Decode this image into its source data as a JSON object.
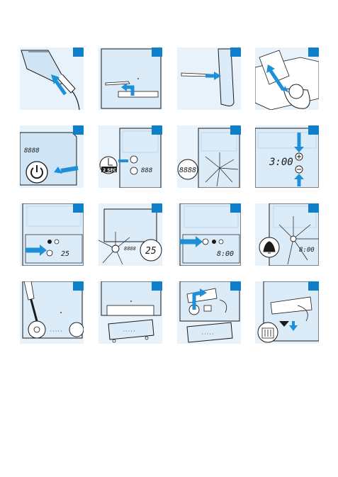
{
  "colors": {
    "panel_bg": "#e8f2fb",
    "badge": "#0f7fc9",
    "arrow": "#1e90d8",
    "line": "#1a1a1a",
    "device_screen": "#cfe5f6"
  },
  "steps": [
    {
      "id": 1,
      "icon": "plug-in-adapter"
    },
    {
      "id": 2,
      "icon": "stand-insert"
    },
    {
      "id": 3,
      "icon": "stand-insert-side"
    },
    {
      "id": 4,
      "icon": "place-on-desk"
    },
    {
      "id": 5,
      "icon": "power-button",
      "icon2": "power-icon"
    },
    {
      "id": 6,
      "icon": "hold-button",
      "hold_label": "2 SEC."
    },
    {
      "id": 7,
      "icon": "flashing-display",
      "display": "8888"
    },
    {
      "id": 8,
      "icon": "adjust-time",
      "display": "3:00"
    },
    {
      "id": 9,
      "icon": "timer-button",
      "display": "25"
    },
    {
      "id": 10,
      "icon": "timer-flash",
      "display": "25"
    },
    {
      "id": 11,
      "icon": "alarm-button",
      "display": "8:00"
    },
    {
      "id": 12,
      "icon": "alarm-flash",
      "icon2": "bell-icon",
      "display": "8:00"
    },
    {
      "id": 13,
      "icon": "screwdriver"
    },
    {
      "id": 14,
      "icon": "battery-cover"
    },
    {
      "id": 15,
      "icon": "battery-insert"
    },
    {
      "id": 16,
      "icon": "battery-remove"
    }
  ]
}
